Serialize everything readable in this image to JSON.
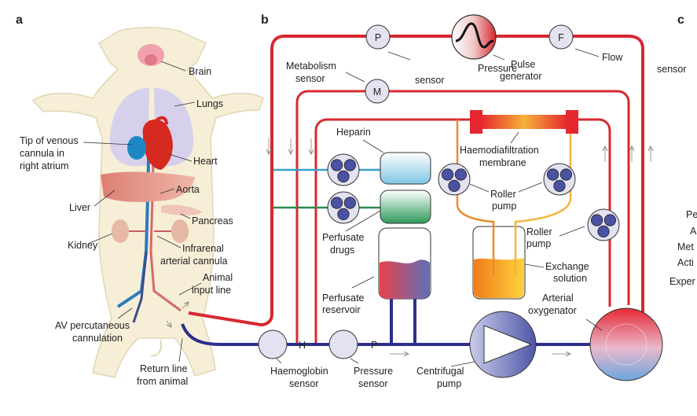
{
  "panels": {
    "a": "a",
    "b": "b",
    "c": "c"
  },
  "colors": {
    "arterial": "#d7282f",
    "venous": "#2d2f8c",
    "heparin_line": "#3aa0c8",
    "drug_line": "#2a8a4a",
    "skin": "#f4ecd3",
    "pump_blue": "#4a53a3",
    "exchange": "#f29a1f"
  },
  "anatomy": {
    "brain": "Brain",
    "lungs": "Lungs",
    "heart": "Heart",
    "tip_venous": [
      "Tip of venous",
      "cannula in",
      "right atrium"
    ],
    "liver": "Liver",
    "aorta": "Aorta",
    "pancreas": "Pancreas",
    "kidney": "Kidney",
    "infrarenal": [
      "Infrarenal",
      "arterial cannula"
    ],
    "animal_input": [
      "Animal",
      "input line"
    ],
    "av_cannulation": [
      "AV percutaneous",
      "cannulation"
    ],
    "return_line": [
      "Return line",
      "from animal"
    ]
  },
  "circuit": {
    "p_symbol": "P",
    "f_symbol": "F",
    "m_symbol": "M",
    "h_symbol": "H",
    "metabolism_sensor": [
      "Metabolism",
      "sensor"
    ],
    "sensor_word": "sensor",
    "pressure": "Pressure",
    "pulse_generator": [
      "Pulse",
      "generator"
    ],
    "flow": "Flow",
    "heparin": "Heparin",
    "haemodiafiltration": [
      "Haemodiafiltration",
      "membrane"
    ],
    "roller_pump_center": [
      "Roller",
      "pump"
    ],
    "roller_pump_right": [
      "Roller",
      "pump"
    ],
    "perfusate_drugs": [
      "Perfusate",
      "drugs"
    ],
    "exchange_solution": [
      "Exchange",
      "solution"
    ],
    "arterial_oxygenator": [
      "Arterial",
      "oxygenator"
    ],
    "perfusate_reservoir": [
      "Perfusate",
      "reservoir"
    ],
    "haemoglobin_sensor": [
      "Haemoglobin",
      "sensor"
    ],
    "pressure_sensor": [
      "Pressure",
      "sensor"
    ],
    "centrifugal_pump": [
      "Centrifugal",
      "pump"
    ]
  },
  "panel_c": {
    "sensor": "sensor",
    "fragments": [
      "Pe",
      "A",
      "Met",
      "Acti",
      "Exper"
    ]
  }
}
